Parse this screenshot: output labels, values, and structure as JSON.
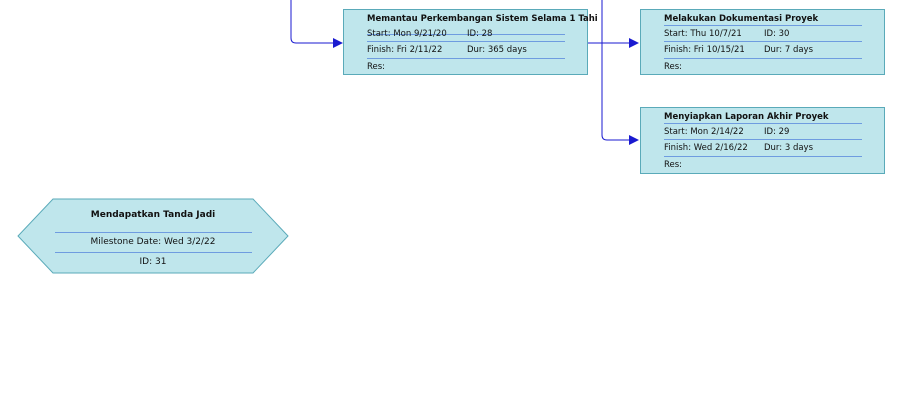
{
  "tasks": {
    "t28": {
      "name": "Memantau Perkembangan Sistem Selama 1 Tahi",
      "start": "Start:  Mon 9/21/20",
      "id": "ID:   28",
      "finish": "Finish: Fri 2/11/22",
      "dur": "Dur: 365 days",
      "res": "Res:"
    },
    "t30": {
      "name": "Melakukan Dokumentasi Proyek",
      "start": "Start:  Thu 10/7/21",
      "id": "ID:   30",
      "finish": "Finish: Fri 10/15/21",
      "dur": "Dur: 7 days",
      "res": "Res:"
    },
    "t29": {
      "name": "Menyiapkan Laporan Akhir Proyek",
      "start": "Start:  Mon 2/14/22",
      "id": "ID:   29",
      "finish": "Finish: Wed 2/16/22",
      "dur": "Dur: 3 days",
      "res": "Res:"
    }
  },
  "milestone": {
    "name": "Mendapatkan Tanda Jadi",
    "date": "Milestone Date: Wed 3/2/22",
    "id": "ID: 31"
  },
  "colors": {
    "box_fill": "#bfe6ec",
    "box_border": "#5aaab9",
    "connector": "#1a1ad0",
    "separator": "#6f9ce0"
  }
}
